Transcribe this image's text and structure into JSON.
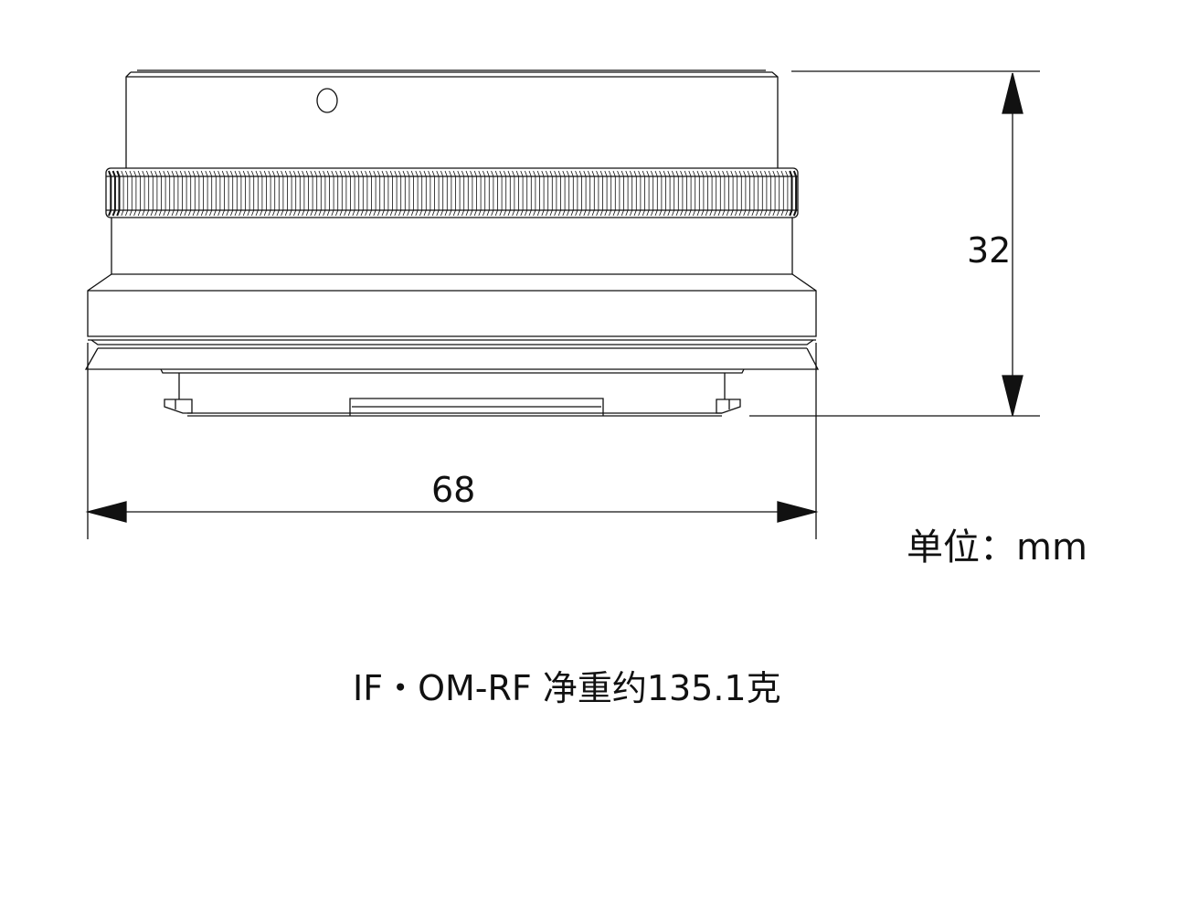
{
  "drawing": {
    "subject": "IF・OM-RF",
    "dimensions": {
      "width_label": "68",
      "height_label": "32"
    },
    "unit_label": "单位：mm",
    "caption": "IF・OM-RF 净重约135.1克",
    "line_color": "#111111"
  }
}
